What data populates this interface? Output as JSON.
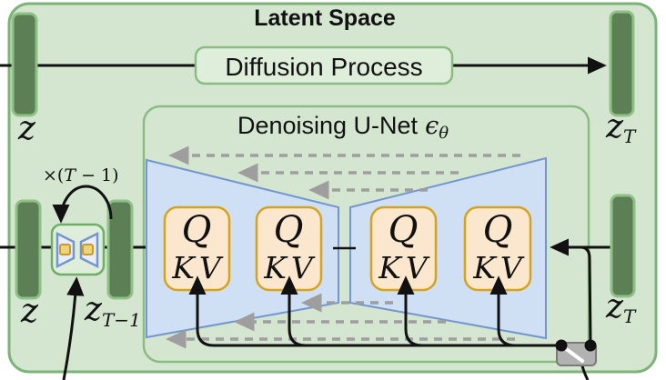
{
  "diagram": {
    "title": "Latent Space",
    "diffusion": {
      "label": "Diffusion Process"
    },
    "unet": {
      "name": "Denoising U-Net",
      "symbol": "ϵ",
      "symbol_sub": "θ"
    },
    "loop": {
      "prefix": "×(",
      "variable": "T",
      "suffix": " − 1)"
    },
    "attention": {
      "q": "Q",
      "k": "K",
      "v": "V"
    },
    "latents": {
      "z_top_left": {
        "base": "z"
      },
      "z_t_top_right": {
        "base": "z",
        "sub": "T"
      },
      "z_bottom_left": {
        "base": "z"
      },
      "z_t_minus_1": {
        "base": "z",
        "sub": "T−1"
      },
      "z_t_bottom_right": {
        "base": "z",
        "sub": "T"
      }
    },
    "icons": {
      "denoising_step": "mini-unet-bowtie-icon",
      "condition_switch": "switch-icon"
    },
    "colors": {
      "canvas_green": "#d5e6d0",
      "box_border_green": "#7cb377",
      "inner_border_green": "#8abc82",
      "panel_green": "#dfeeda",
      "bar_fill": "#5d7f55",
      "bar_border": "#8fc086",
      "trapezoid_fill": "#cfdff4",
      "trapezoid_border": "#7396cf",
      "attention_fill": "#fbe7cd",
      "attention_border": "#d7a31c",
      "mini_square_fill": "#ecd47c",
      "mini_square_border": "#c99b25",
      "skip_arrow_gray": "#9e9e9e",
      "switch_gray": "#b2b2b2",
      "switch_border": "#7a7a7a",
      "line_black": "#111111"
    }
  }
}
